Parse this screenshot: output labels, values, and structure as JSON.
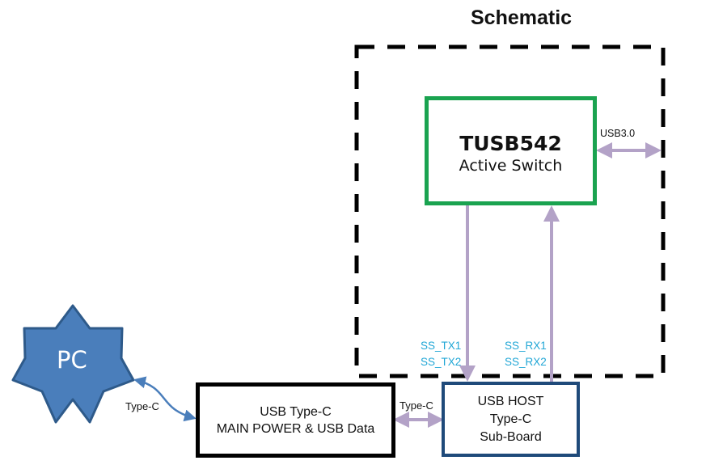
{
  "diagram": {
    "title": "Schematic",
    "nodes": {
      "pc": {
        "label": "PC",
        "shape": "7-point-star",
        "fill": "#4a7ebb",
        "stroke": "#2e5a8a"
      },
      "tusb": {
        "title": "TUSB542",
        "subtitle": "Active Switch",
        "border": "#1aa350"
      },
      "main_board": {
        "line1": "USB Type-C",
        "line2": "MAIN POWER & USB Data",
        "border": "#000000"
      },
      "host_board": {
        "line1": "USB HOST",
        "line2": "Type-C",
        "line3": "Sub-Board",
        "border": "#1f4a7a"
      }
    },
    "edges": {
      "pc_to_main": {
        "label": "Type-C",
        "color": "#4a7ebb"
      },
      "main_to_host": {
        "label": "Type-C",
        "color": "#b3a2c7"
      },
      "tusb_usb3": {
        "label": "USB3.0",
        "color": "#b3a2c7"
      },
      "tx": {
        "line1": "SS_TX1",
        "line2": "SS_TX2",
        "color": "#b3a2c7"
      },
      "rx": {
        "line1": "SS_RX1",
        "line2": "SS_RX2",
        "color": "#b3a2c7"
      }
    },
    "signal_label_color": "#22a7d6"
  }
}
